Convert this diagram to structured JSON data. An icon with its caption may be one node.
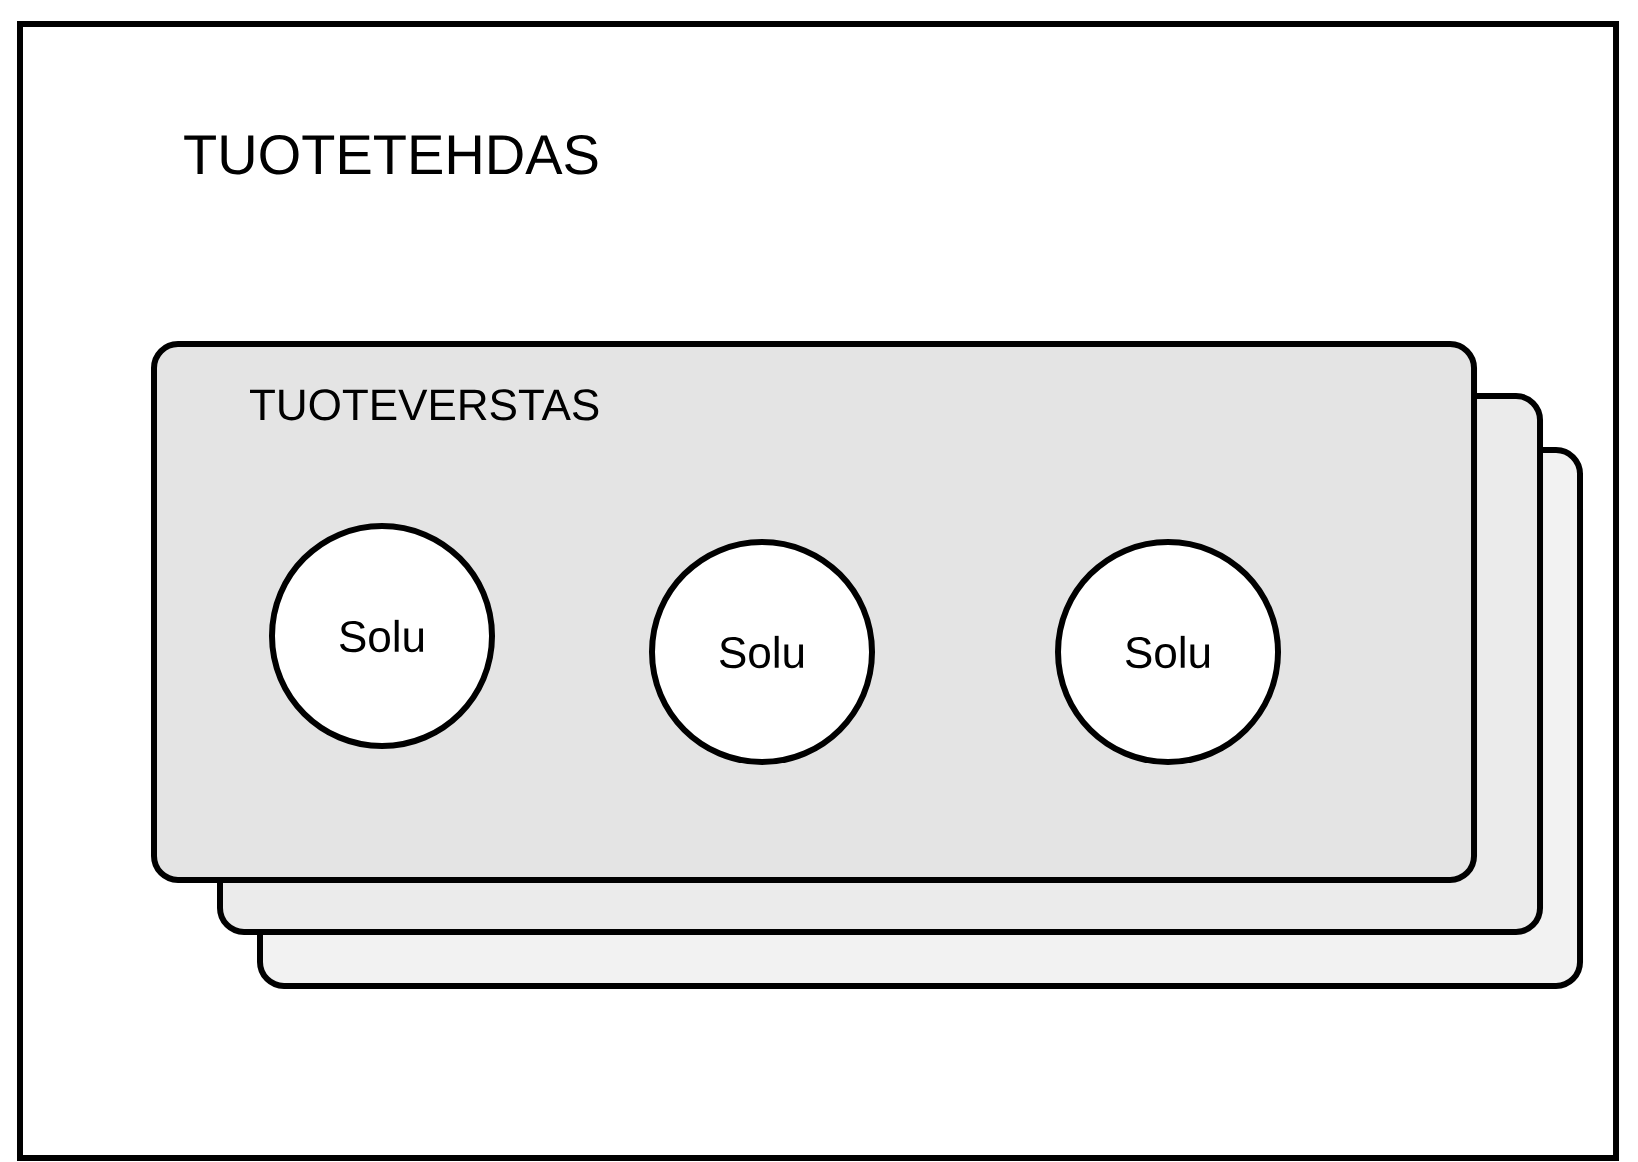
{
  "diagram": {
    "nodes": [
      {
        "text": [
          "TUOTETEHDAS"
        ]
      },
      {
        "text": [
          "TUOTEVERSTAS"
        ],
        "in": 0
      },
      {
        "text": [
          "Solu"
        ],
        "in": 1
      },
      {
        "text": [
          "Solu"
        ],
        "in": 1
      },
      {
        "text": [
          "Solu"
        ],
        "in": 1
      }
    ]
  }
}
